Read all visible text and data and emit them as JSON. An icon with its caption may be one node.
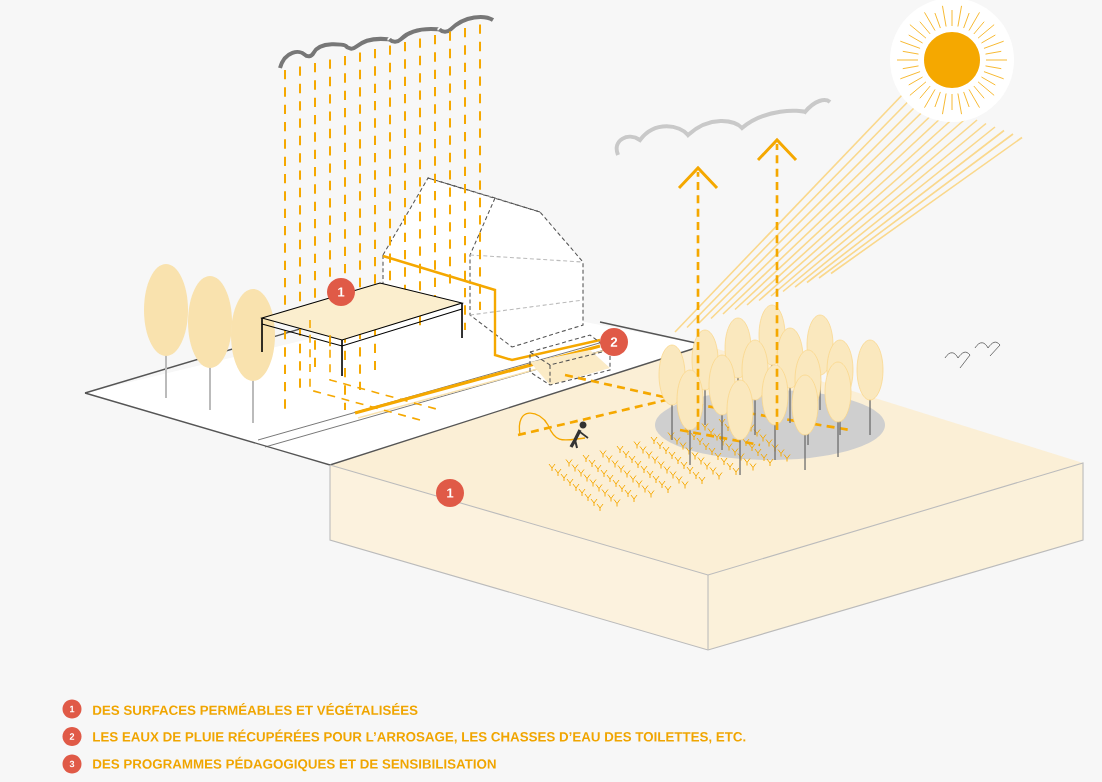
{
  "diagram": {
    "labels": [
      "1",
      "2",
      "1",
      "1",
      "2",
      "3"
    ],
    "legend": [
      {
        "text": "DES SURFACES PERMÉABLES ET VÉGÉTALISÉES",
        "color": "#e05a47"
      },
      {
        "text": "LES EAUX DE PLUIE RÉCUPÉRÉES POUR L’ARROSAGE, LES CHASSES D’EAU DES TOILETTES, ETC.",
        "color": "#e05a47"
      },
      {
        "text": "DES PROGRAMMES PÉDAGOGIQUES ET DE SENSIBILISATION",
        "color": "#e05a47"
      }
    ]
  }
}
